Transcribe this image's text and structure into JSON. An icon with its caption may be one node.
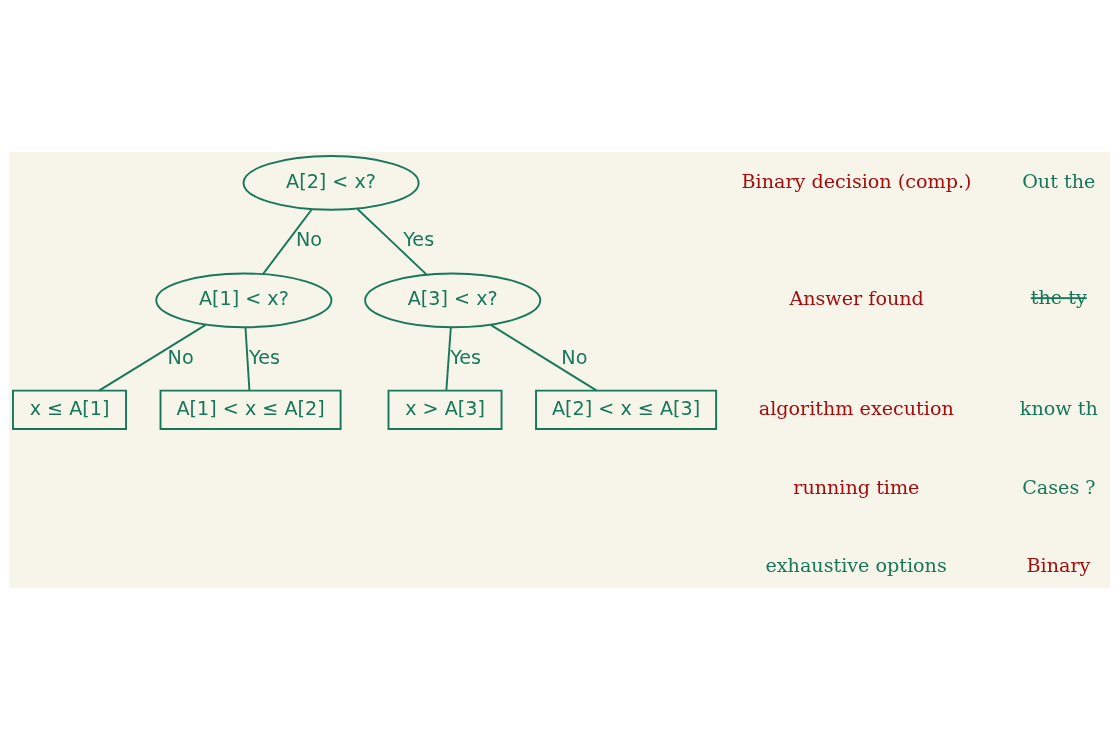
{
  "diagram": {
    "nodes": [
      {
        "text": [
          "A[2] < x?"
        ]
      },
      {
        "text": [
          "A[1] < x?"
        ]
      },
      {
        "text": [
          "A[3] < x?"
        ]
      },
      {
        "text": [
          "x ≤ A[1]"
        ]
      },
      {
        "text": [
          "A[1] < x ≤ A[2]"
        ]
      },
      {
        "text": [
          "x > A[3]"
        ]
      },
      {
        "text": [
          "A[2] < x ≤ A[3]"
        ]
      }
    ],
    "edges": [
      {
        "from": 0,
        "to": 1,
        "arrow": "none",
        "label": "No"
      },
      {
        "from": 0,
        "to": 2,
        "arrow": "none",
        "label": "Yes"
      },
      {
        "from": 1,
        "to": 3,
        "arrow": "none",
        "label": "No"
      },
      {
        "from": 1,
        "to": 4,
        "arrow": "none",
        "label": "Yes"
      },
      {
        "from": 2,
        "to": 6,
        "arrow": "none",
        "label": "No"
      },
      {
        "from": 2,
        "to": 5,
        "arrow": "none",
        "label": "Yes"
      }
    ],
    "labels": [
      "Binary decision (comp.)",
      "Out the",
      "Answer found",
      "the ty",
      "algorithm execution",
      "know th",
      "running time",
      "Cases ?",
      "exhaustive options",
      "Binary"
    ]
  }
}
